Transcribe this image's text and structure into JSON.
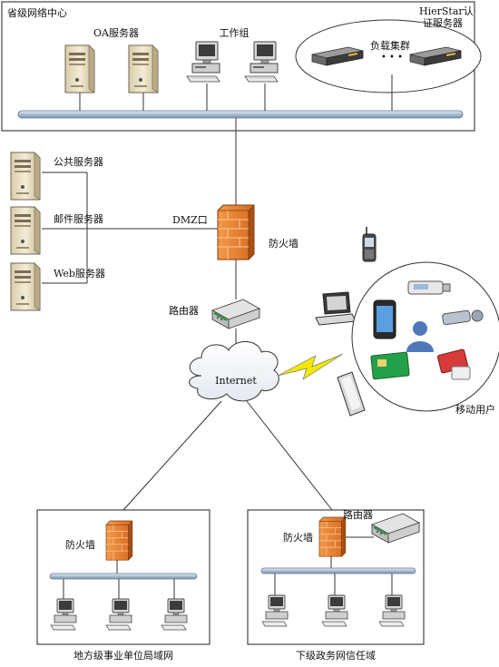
{
  "center": {
    "title": "省级网络中心",
    "oa_server_label": "OA服务器",
    "workgroup_label": "工作组",
    "load_cluster_label": "负载集群",
    "cluster_ellipsis": "• • •",
    "hierstar_label_line1": "HierStar认",
    "hierstar_label_line2": "证服务器"
  },
  "dmz": {
    "public_server_label": "公共服务器",
    "mail_server_label": "邮件服务器",
    "web_server_label": "Web服务器",
    "dmz_port_label": "DMZ口"
  },
  "core": {
    "firewall_label": "防火墙",
    "router_label": "路由器",
    "internet_label": "Internet"
  },
  "mobile": {
    "mobile_user_label": "移动用户"
  },
  "local_lan": {
    "firewall_label": "防火墙",
    "caption": "地方级事业单位局域网"
  },
  "lower_gov": {
    "firewall_label": "防火墙",
    "router_label": "路由器",
    "caption": "下级政务网信任域"
  },
  "colors": {
    "firewall": "#e8802a",
    "firewall_dark": "#b2561a",
    "bus": "#b7c7da",
    "server_body": "#e9dfc6",
    "bolt": "#f2e800"
  }
}
